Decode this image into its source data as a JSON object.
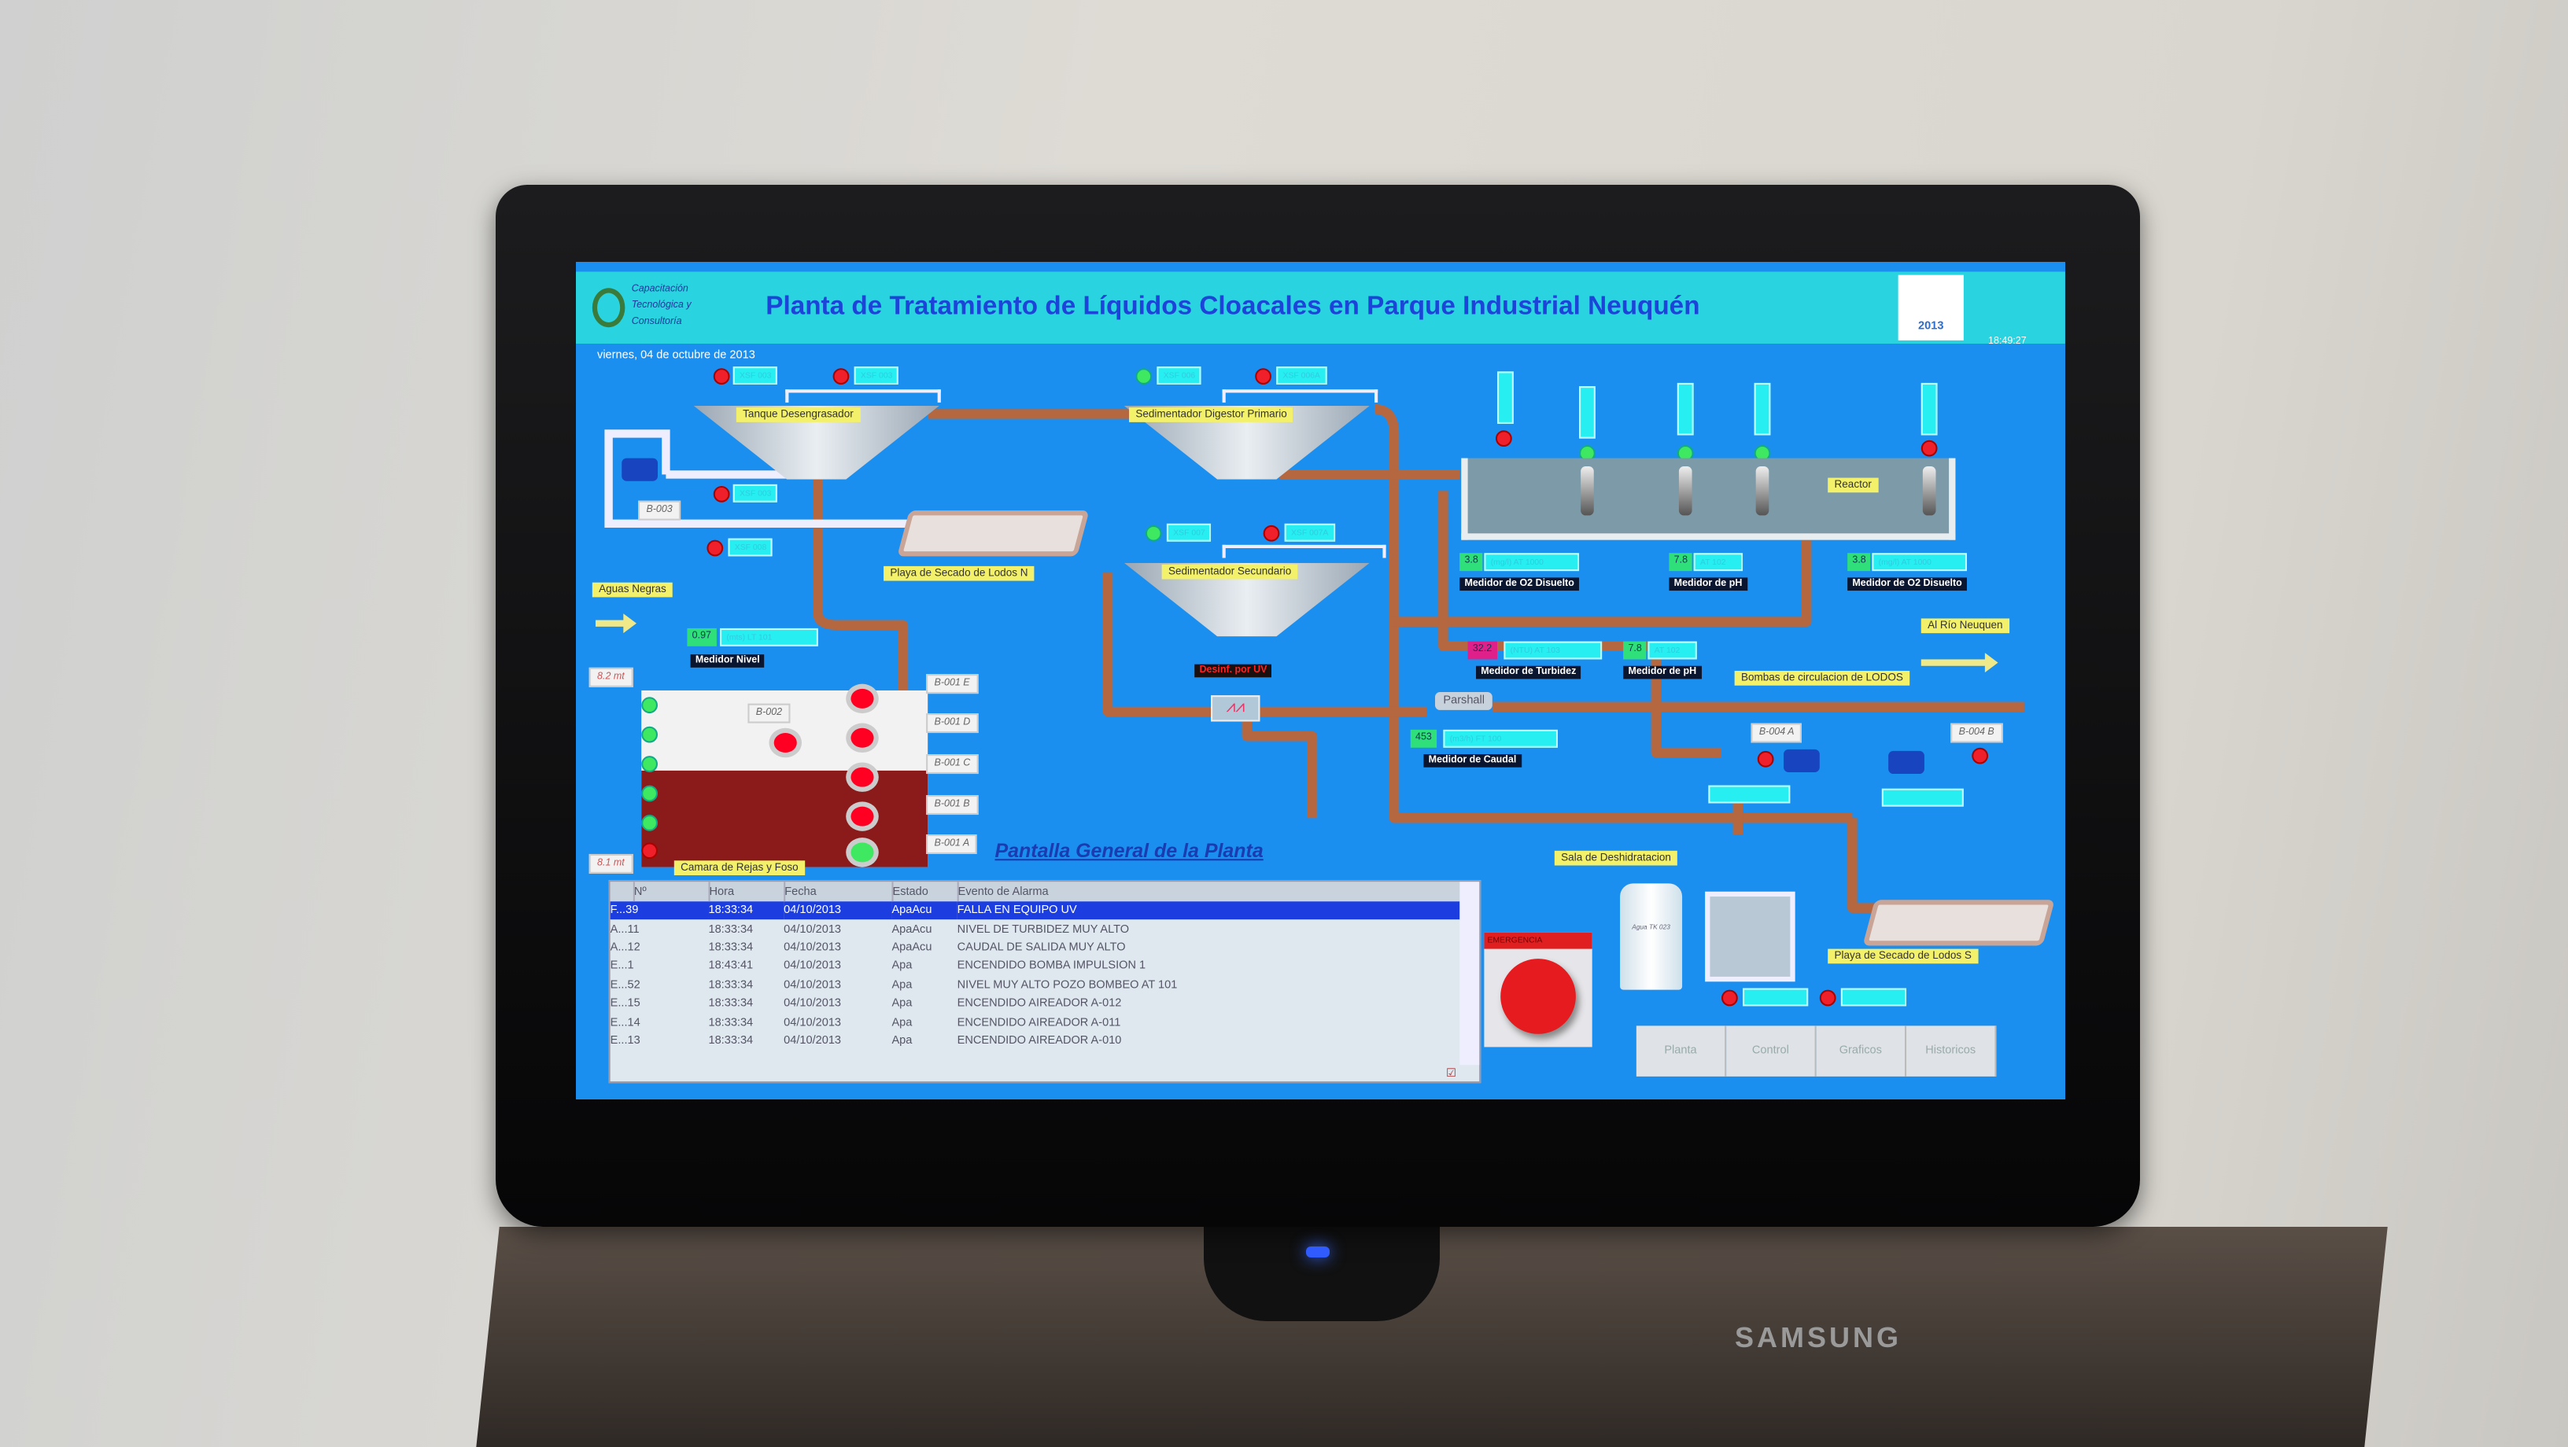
{
  "header": {
    "org": [
      "Capacitación",
      "Tecnológica y",
      "Consultoría"
    ],
    "title": "Planta de Tratamiento de Líquidos Cloacales en Parque Industrial Neuquén",
    "logo_year": "2013",
    "date": "viernes, 04 de octubre de 2013",
    "time": "18:49:27"
  },
  "labels": {
    "tanque": "Tanque Desengrasador",
    "digestor": "Sedimentador Digestor Primario",
    "secundario": "Sedimentador Secundario",
    "playa_n": "Playa de Secado de Lodos N",
    "aguas": "Aguas Negras",
    "camara": "Camara de Rejas y Foso",
    "reactor": "Reactor",
    "rio": "Al Río Neuquen",
    "bombas": "Bombas de circulacion de LODOS",
    "sala": "Sala de Deshidratacion",
    "playa_s": "Playa de Secado de Lodos S",
    "page_title": "Pantalla General de la Planta",
    "uv": "Desinf. por UV",
    "parshall": "Parshall",
    "tank": "Agua TK 023",
    "b003": "B-003",
    "b002": "B-002",
    "b001": [
      "B-001 E",
      "B-001 D",
      "B-001 C",
      "B-001 B",
      "B-001 A"
    ],
    "b004a": "B-004 A",
    "b004b": "B-004 B",
    "lev1": "8.2 mt",
    "lev2": "8.1 mt"
  },
  "instruments": {
    "nivel": {
      "label": "Medidor Nivel",
      "value": "0.97",
      "unit": "(mts) LT 101"
    },
    "o2_1": {
      "label": "Medidor de O2 Disuelto",
      "value": "3.8",
      "unit": "(mg/l) AT 1000"
    },
    "ph_1": {
      "label": "Medidor de pH",
      "value": "7.8",
      "unit": "AT 102"
    },
    "o2_2": {
      "label": "Medidor de O2 Disuelto",
      "value": "3.8",
      "unit": "(mg/l) AT 1000"
    },
    "turb": {
      "label": "Medidor de Turbidez",
      "value": "32.2",
      "unit": "(NTU) AT 103"
    },
    "ph_2": {
      "label": "Medidor de pH",
      "value": "7.8",
      "unit": "AT 102"
    },
    "caudal": {
      "label": "Medidor de Caudal",
      "value": "453",
      "unit": "(m3/h) FT 100"
    }
  },
  "tags": {
    "t1": "XSF 003",
    "t2": "XSF 003",
    "t3": "XSF 006",
    "t4": "XSF 006A",
    "t5": "XSF 003",
    "t6": "XSF 008",
    "t7": "XSF 007",
    "t8": "XSF 007A"
  },
  "emergency": {
    "label": "EMERGENCIA"
  },
  "nav": [
    "Planta",
    "Control",
    "Graficos",
    "Historicos"
  ],
  "alarms": {
    "columns": [
      "Nº",
      "Hora",
      "Fecha",
      "Estado",
      "Evento de Alarma"
    ],
    "rows": [
      [
        "F...39",
        "18:33:34",
        "04/10/2013",
        "ApaAcu",
        "FALLA EN EQUIPO UV"
      ],
      [
        "A...11",
        "18:33:34",
        "04/10/2013",
        "ApaAcu",
        "NIVEL DE TURBIDEZ MUY ALTO"
      ],
      [
        "A...12",
        "18:33:34",
        "04/10/2013",
        "ApaAcu",
        "CAUDAL DE SALIDA MUY ALTO"
      ],
      [
        "E...1",
        "18:43:41",
        "04/10/2013",
        "Apa",
        "ENCENDIDO BOMBA IMPULSION 1"
      ],
      [
        "E...52",
        "18:33:34",
        "04/10/2013",
        "Apa",
        "NIVEL MUY ALTO POZO BOMBEO AT 101"
      ],
      [
        "E...15",
        "18:33:34",
        "04/10/2013",
        "Apa",
        "ENCENDIDO AIREADOR A-012"
      ],
      [
        "E...14",
        "18:33:34",
        "04/10/2013",
        "Apa",
        "ENCENDIDO AIREADOR A-011"
      ],
      [
        "E...13",
        "18:33:34",
        "04/10/2013",
        "Apa",
        "ENCENDIDO AIREADOR A-010"
      ]
    ],
    "selected": 0
  },
  "monitor": {
    "brand": "SAMSUNG"
  },
  "colors": {
    "screen": "#1b8ff0",
    "header": "#29d3e0",
    "pipe": "#b5673f",
    "alarm_red": "#f0202a",
    "ok_green": "#3ee860"
  }
}
